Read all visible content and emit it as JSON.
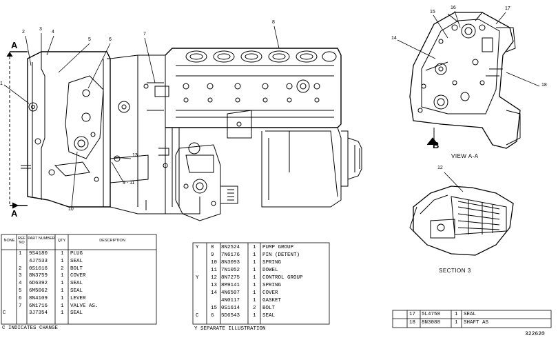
{
  "callouts": [
    "1",
    "2",
    "3",
    "4",
    "5",
    "6",
    "7",
    "8",
    "9 - 11",
    "10",
    "13",
    "14",
    "15",
    "16",
    "17",
    "18",
    "12"
  ],
  "view_labels": {
    "view_aa": "VIEW A-A",
    "section_3": "SECTION 3",
    "arrow_a": "A",
    "arrow_a2": "A",
    "arrow_b": "B"
  },
  "left_table": {
    "headers": [
      "NONE",
      "REF NO",
      "PART NUMBER",
      "QTY",
      "DESCRIPTION"
    ],
    "rows": [
      {
        "flag": "",
        "ref": "1",
        "part": "9S4180",
        "qty": "1",
        "desc": "PLUG"
      },
      {
        "flag": "",
        "ref": "",
        "part": "4J7533",
        "qty": "1",
        "desc": "SEAL"
      },
      {
        "flag": "",
        "ref": "2",
        "part": "0S1616",
        "qty": "2",
        "desc": "BOLT"
      },
      {
        "flag": "",
        "ref": "3",
        "part": "8N3759",
        "qty": "1",
        "desc": "COVER"
      },
      {
        "flag": "",
        "ref": "4",
        "part": "6D6392",
        "qty": "1",
        "desc": "SEAL"
      },
      {
        "flag": "",
        "ref": "5",
        "part": "6M5062",
        "qty": "1",
        "desc": "SEAL"
      },
      {
        "flag": "",
        "ref": "6",
        "part": "8N4109",
        "qty": "1",
        "desc": "LEVER"
      },
      {
        "flag": "",
        "ref": "7",
        "part": "6N1716",
        "qty": "1",
        "desc": "VALVE AS."
      },
      {
        "flag": "C",
        "ref": "",
        "part": "3J7354",
        "qty": "1",
        "desc": "SEAL"
      }
    ],
    "footnote": "C  INDICATES CHANGE"
  },
  "mid_table": {
    "rows": [
      {
        "flag": "Y",
        "ref": "8",
        "part": "8N2524",
        "qty": "1",
        "desc": "PUMP GROUP"
      },
      {
        "flag": "",
        "ref": "9",
        "part": "7N6176",
        "qty": "1",
        "desc": "PIN (DETENT)"
      },
      {
        "flag": "",
        "ref": "10",
        "part": "8N3093",
        "qty": "1",
        "desc": "SPRING"
      },
      {
        "flag": "",
        "ref": "11",
        "part": "7N1052",
        "qty": "1",
        "desc": "DOWEL"
      },
      {
        "flag": "Y",
        "ref": "12",
        "part": "8N7275",
        "qty": "1",
        "desc": "CONTROL GROUP"
      },
      {
        "flag": "",
        "ref": "13",
        "part": "8M9141",
        "qty": "1",
        "desc": "SPRING"
      },
      {
        "flag": "",
        "ref": "14",
        "part": "4N6507",
        "qty": "1",
        "desc": "COVER"
      },
      {
        "flag": "",
        "ref": "",
        "part": "4N0117",
        "qty": "1",
        "desc": "GASKET"
      },
      {
        "flag": "",
        "ref": "15",
        "part": "0S1614",
        "qty": "2",
        "desc": "BOLT"
      },
      {
        "flag": "C",
        "ref": "6",
        "part": "5D6543",
        "qty": "1",
        "desc": "SEAL"
      }
    ],
    "footnote": "Y  SEPARATE ILLUSTRATION"
  },
  "right_table": {
    "rows": [
      {
        "ref": "17",
        "part": "5L4758",
        "qty": "1",
        "desc": "SEAL"
      },
      {
        "ref": "18",
        "part": "8N3088",
        "qty": "1",
        "desc": "SHAFT AS"
      }
    ]
  },
  "drawing_number": "322620"
}
